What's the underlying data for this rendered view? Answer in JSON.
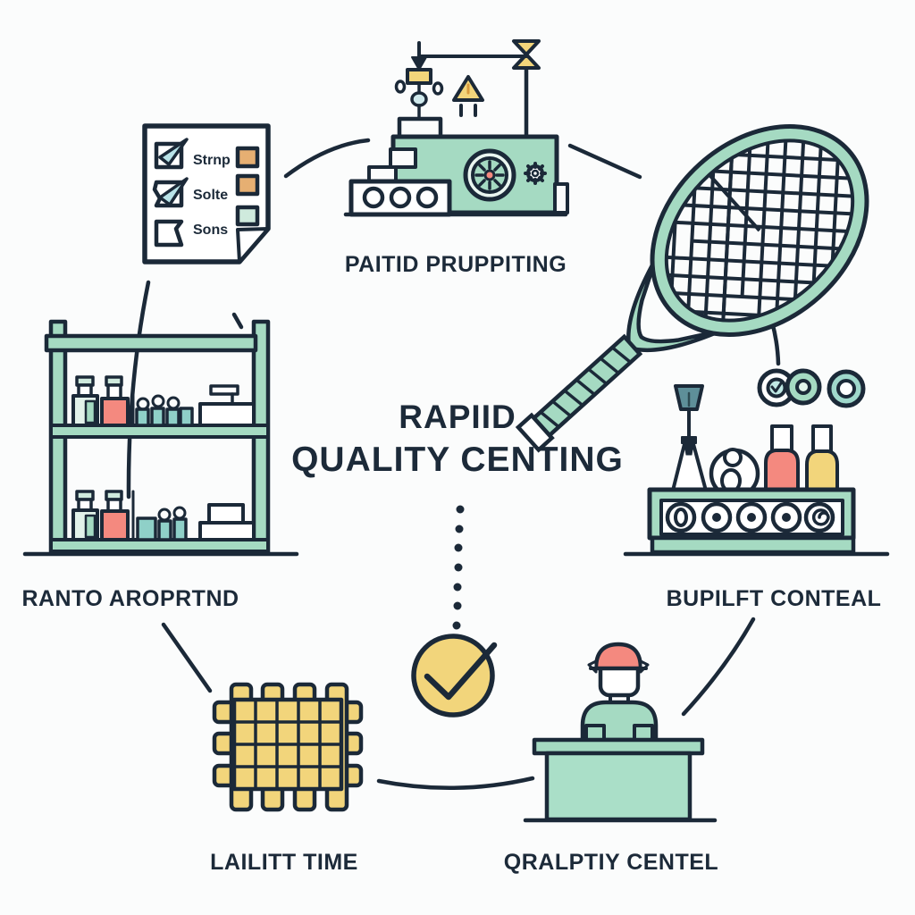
{
  "title": {
    "line1": "RAPIID",
    "line2": "QUALITY CENTING"
  },
  "labels": {
    "top": "PAITID PRUPPITING",
    "left": "RANTO AROPRTND",
    "right": "BUPILFT CONTEAL",
    "bottom_left": "LAILITT TIME",
    "bottom_right": "QRALPTIY CENTEL"
  },
  "checklist": {
    "item1": "Strnp",
    "item2": "Solte",
    "item3": "Sons"
  },
  "icons": [
    "checklist-document",
    "mixing-machine",
    "tennis-racket",
    "storage-shelf",
    "conveyor-belt",
    "inspection-rings",
    "woven-grid",
    "worker-at-desk",
    "check-circle",
    "dotted-flow-line"
  ],
  "colors": {
    "background": "#fbfcfc",
    "ink": "#1b2938",
    "mint": "#a5dac2",
    "mint_light": "#cfeadd",
    "yellow": "#f2d57b",
    "coral": "#f4897f",
    "orange": "#e6af72",
    "teal": "#8fd0c8",
    "text": "#1c2a39"
  }
}
